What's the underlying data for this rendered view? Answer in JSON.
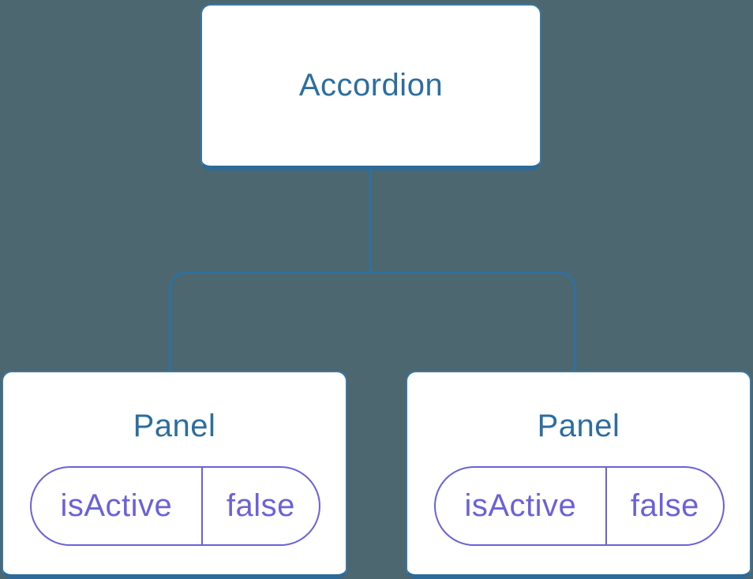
{
  "diagram": {
    "title": "component-state-tree",
    "root": {
      "label": "Accordion"
    },
    "children": [
      {
        "label": "Panel",
        "state": {
          "name": "isActive",
          "value": "false"
        }
      },
      {
        "label": "Panel",
        "state": {
          "name": "isActive",
          "value": "false"
        }
      }
    ]
  },
  "colors": {
    "background": "#4c6770",
    "node_fill": "#ffffff",
    "node_border": "#3978a5",
    "node_border_bottom": "#2d6a99",
    "node_text": "#2c6e9f",
    "connector": "#2f709f",
    "state_accent": "#6a62d8"
  }
}
